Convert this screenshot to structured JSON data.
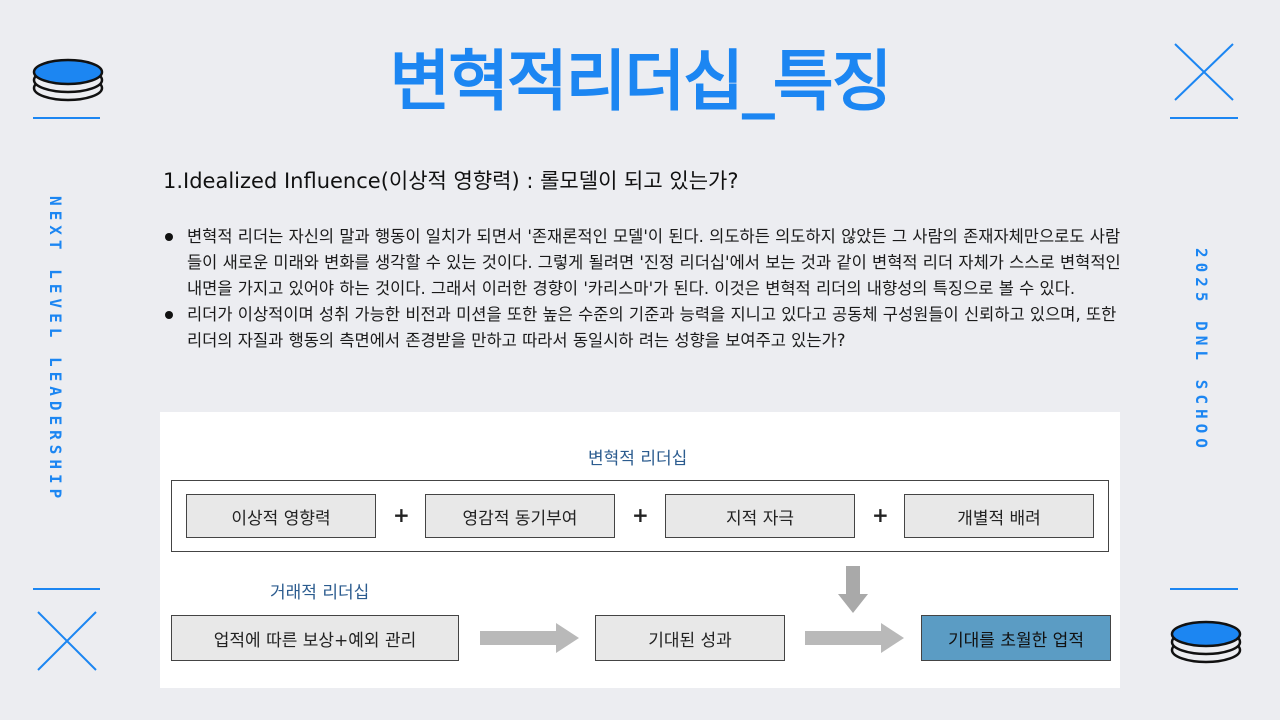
{
  "title": "변혁적리더십_특징",
  "side_left": "NEXT LEVEL LEADERSHIP",
  "side_right": "2025 DNL SCHOO",
  "heading": "1.Idealized Influence(이상적 영향력) : 롤모델이 되고 있는가?",
  "bullets": [
    "변혁적 리더는 자신의 말과 행동이 일치가 되면서 '존재론적인 모델'이 된다. 의도하든 의도하지 않았든 그 사람의 존재자체만으로도 사람들이 새로운 미래와 변화를 생각할 수 있는 것이다. 그렇게 될려면 '진정 리더십'에서 보는 것과 같이 변혁적 리더 자체가 스스로 변혁적인 내면을 가지고 있어야 하는 것이다. 그래서 이러한 경향이 '카리스마'가 된다. 이것은 변혁적 리더의 내향성의 특징으로 볼 수 있다.",
    "리더가 이상적이며 성취 가능한 비전과 미션을 또한 높은 수준의 기준과 능력을 지니고 있다고 공동체 구성원들이 신뢰하고 있으며, 또한 리더의 자질과 행동의 측면에서 존경받을 만하고 따라서 동일시하 려는 성향을 보여주고 있는가?"
  ],
  "diagram": {
    "transformational_label": "변혁적 리더십",
    "factors": [
      "이상적 영향력",
      "영감적 동기부여",
      "지적 자극",
      "개별적 배려"
    ],
    "plus": "+",
    "transactional_label": "거래적 리더십",
    "flow": [
      "업적에 따른 보상+예외 관리",
      "기대된 성과",
      "기대를 초월한 업적"
    ]
  },
  "colors": {
    "accent": "#1c86f2",
    "highlight": "#5b9cc4",
    "background": "#ecedf1"
  }
}
